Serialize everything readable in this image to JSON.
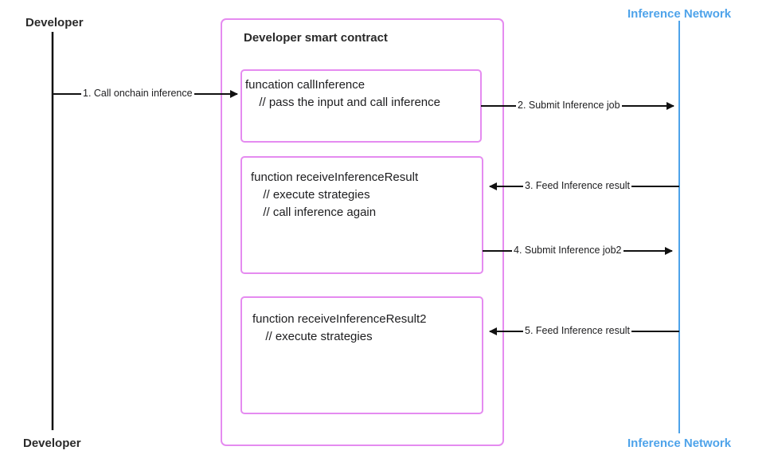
{
  "colors": {
    "contract_border": "#e58bf0",
    "network_line": "#4ea3ea",
    "developer_line": "#111111",
    "arrow": "#111111"
  },
  "actors": {
    "developer_top": "Developer",
    "developer_bottom": "Developer",
    "network_top": "Inference Network",
    "network_bottom": "Inference Network"
  },
  "contract": {
    "title": "Developer smart contract",
    "functions": [
      {
        "lines": [
          "funcation callInference",
          "  // pass the input and call inference"
        ]
      },
      {
        "lines": [
          "function receiveInferenceResult",
          "  // execute strategies",
          "  // call inference again"
        ]
      },
      {
        "lines": [
          "function receiveInferenceResult2",
          "  // execute strategies"
        ]
      }
    ]
  },
  "messages": [
    {
      "label": "1. Call onchain inference",
      "direction": "right"
    },
    {
      "label": "2. Submit Inference job",
      "direction": "right"
    },
    {
      "label": "3. Feed Inference result",
      "direction": "left"
    },
    {
      "label": "4. Submit Inference job2",
      "direction": "right"
    },
    {
      "label": "5. Feed Inference result",
      "direction": "left"
    }
  ]
}
